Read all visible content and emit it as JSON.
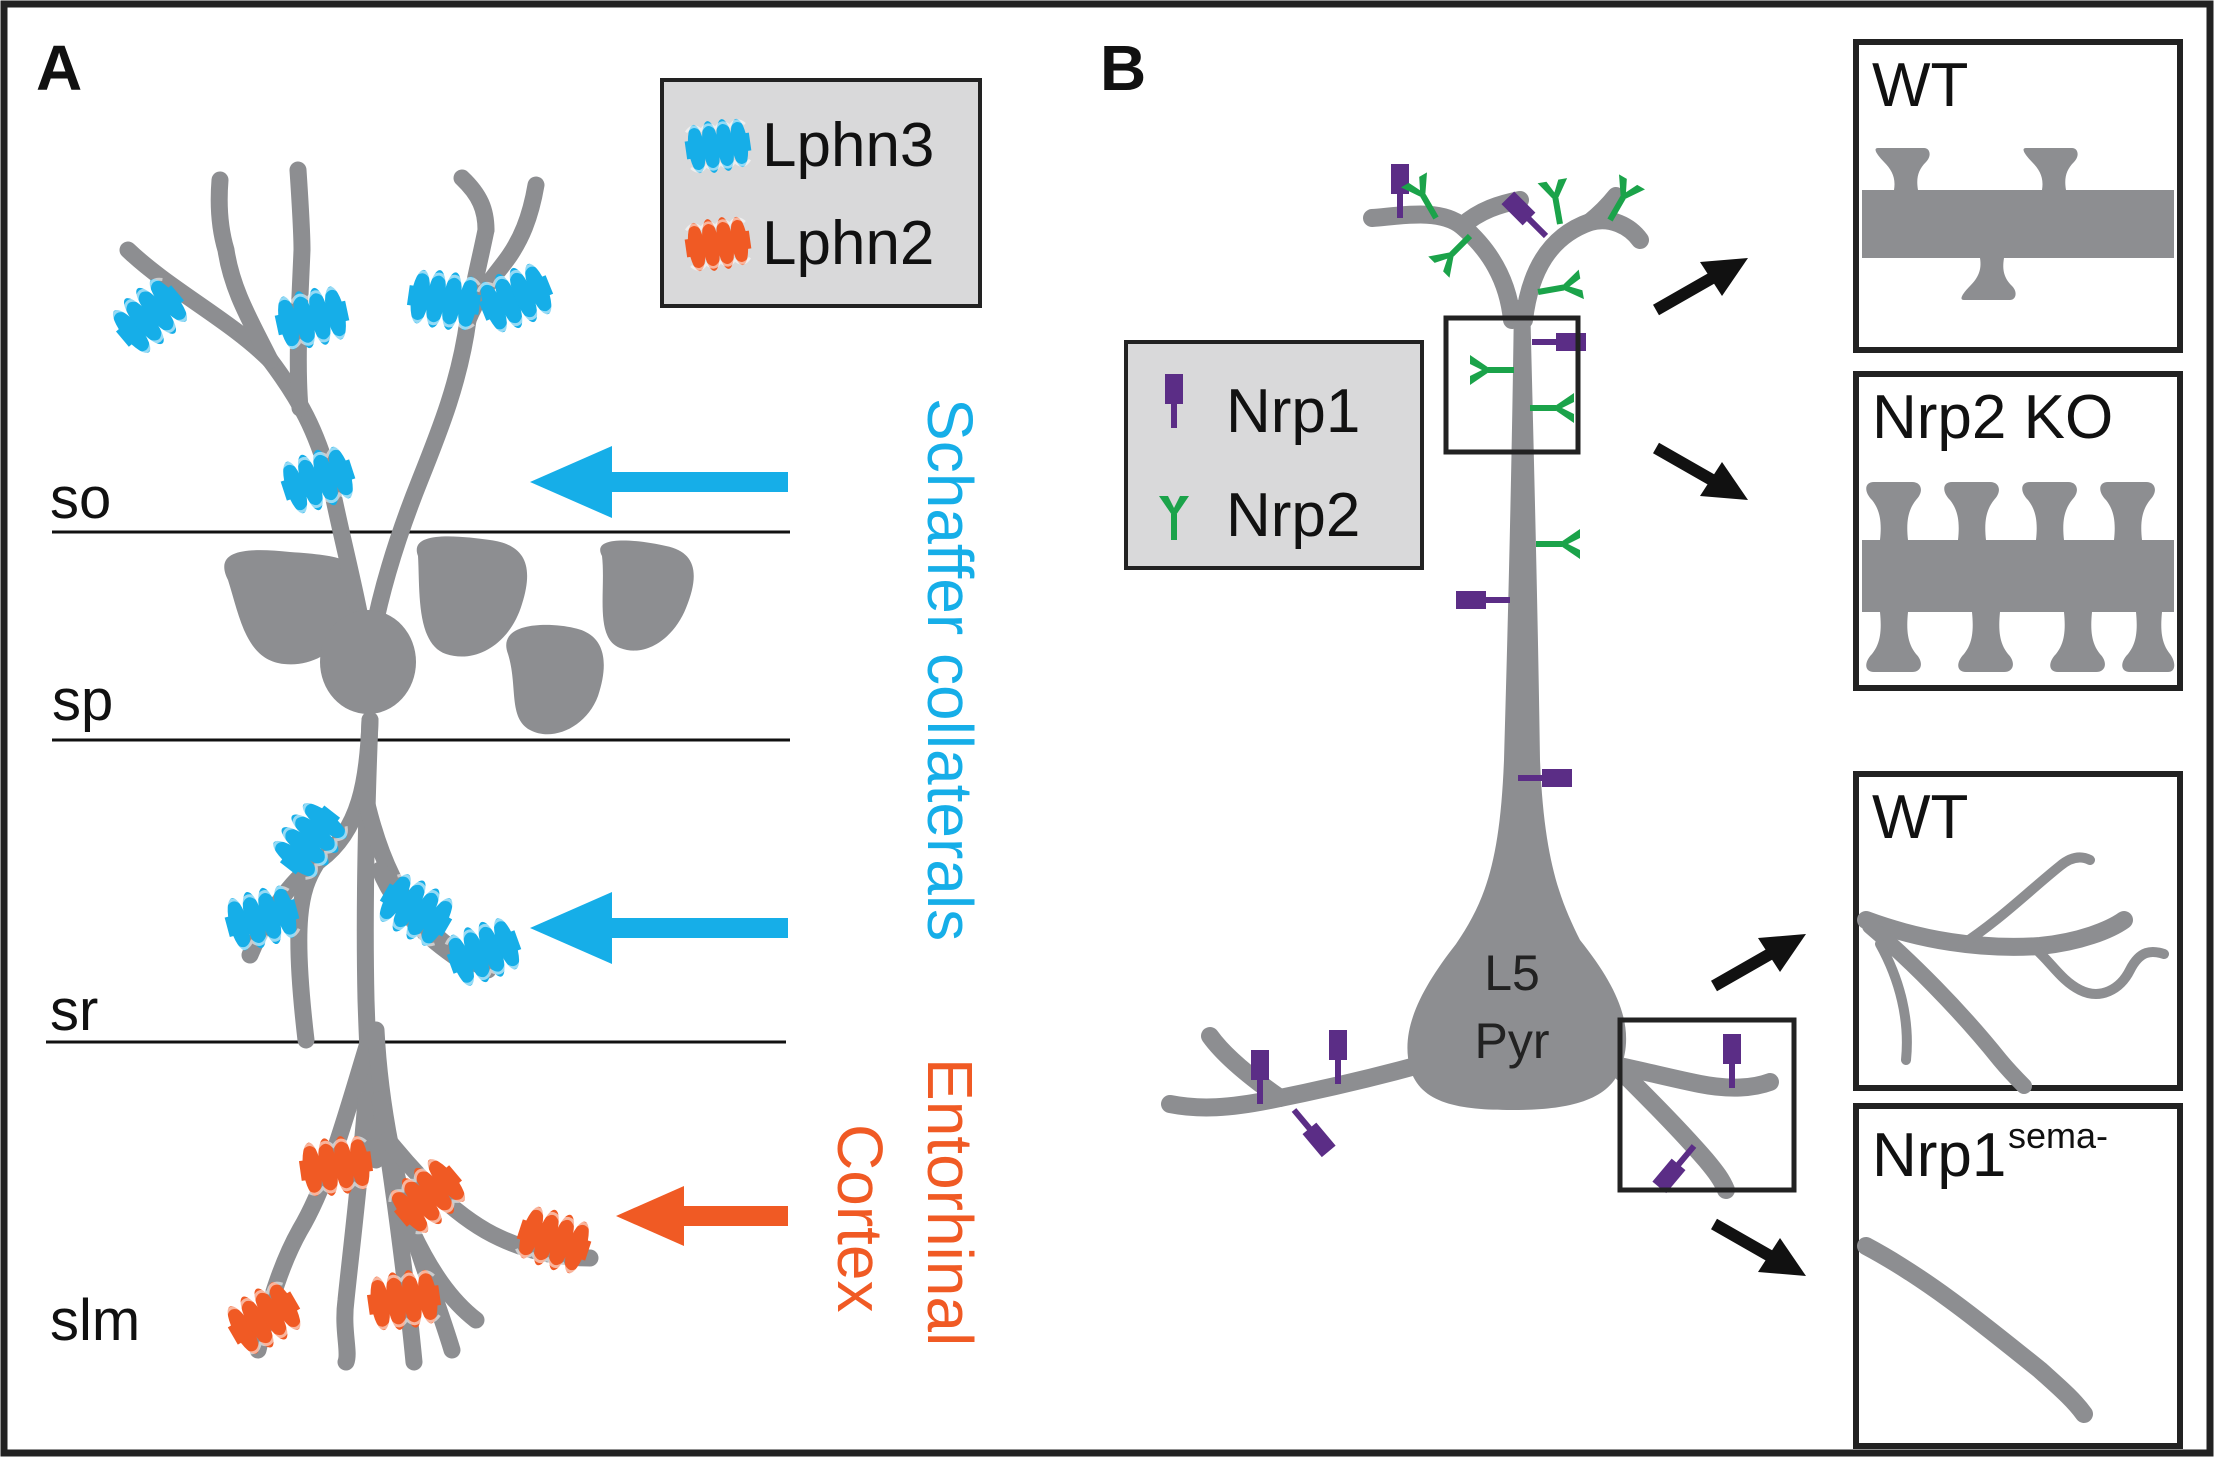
{
  "colors": {
    "lphn3": "#16aee8",
    "lphn2": "#f05a24",
    "nrp1": "#5b2d86",
    "nrp2": "#1ba34a",
    "neuron": "#8d8e91",
    "legend_bg": "#d9d9da",
    "frame": "#222222"
  },
  "panel_a": {
    "letter": "A",
    "legend": [
      {
        "label": "Lphn3",
        "icon": "lphn3-receptor-icon"
      },
      {
        "label": "Lphn2",
        "icon": "lphn2-receptor-icon"
      }
    ],
    "layers": [
      "so",
      "sp",
      "sr",
      "slm"
    ],
    "inputs": {
      "schaffer": "Schaffer collaterals",
      "entorhinal_line1": "Entorhinal",
      "entorhinal_line2": "Cortex"
    }
  },
  "panel_b": {
    "letter": "B",
    "legend": [
      {
        "label": "Nrp1",
        "icon": "nrp1-receptor-icon"
      },
      {
        "label": "Nrp2",
        "icon": "nrp2-receptor-icon"
      }
    ],
    "soma_label_line1": "L5",
    "soma_label_line2": "Pyr",
    "insets": {
      "spine_wt": "WT",
      "spine_ko": "Nrp2 KO",
      "dend_wt": "WT",
      "dend_mut_base": "Nrp1",
      "dend_mut_sup": "sema-"
    }
  }
}
